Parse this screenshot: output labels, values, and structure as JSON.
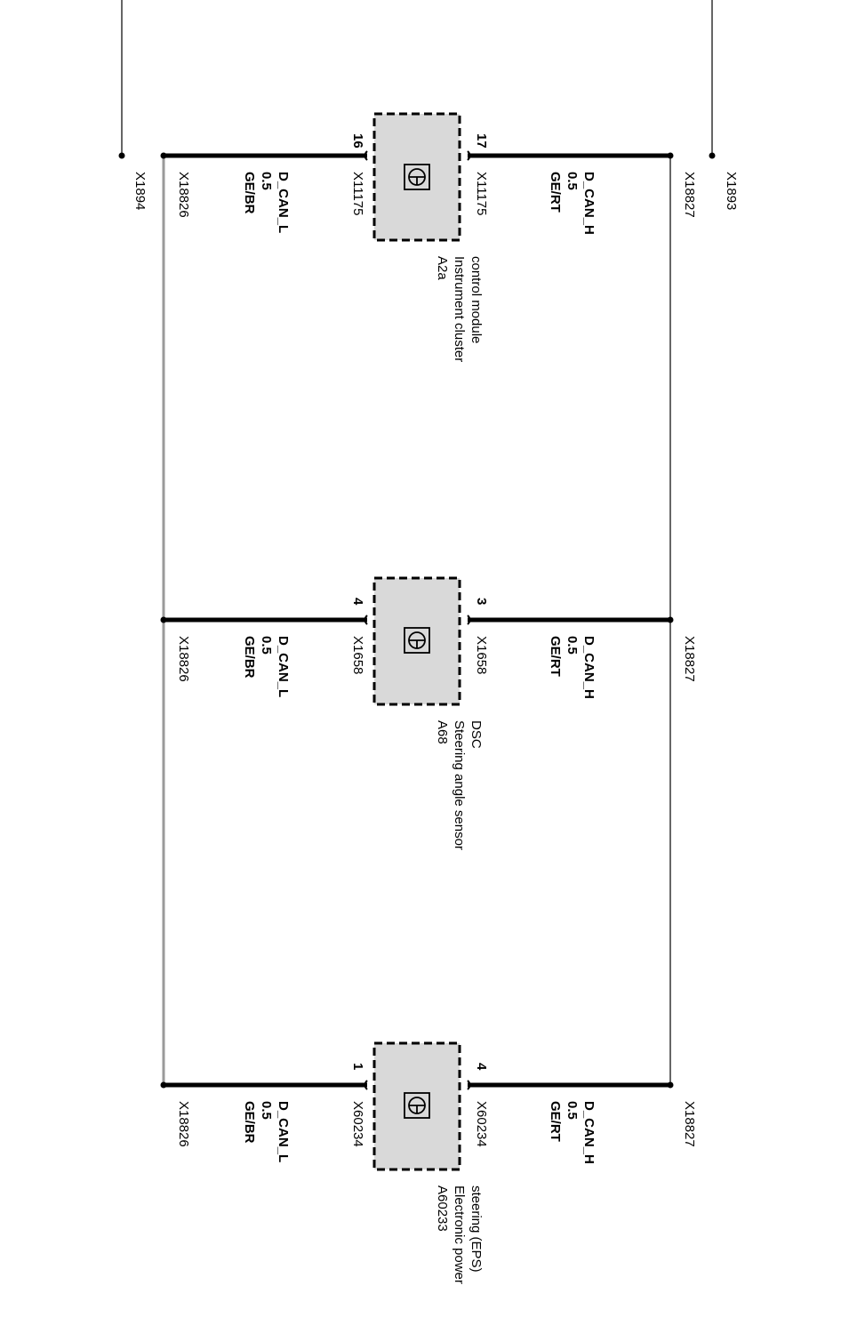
{
  "splices": {
    "top_left": "X1894",
    "top_right": "X1893",
    "low_line": "X18826",
    "high_line": "X18827"
  },
  "wire_low": {
    "signal": "D_CAN_L",
    "size": "0.5",
    "color_code": "GE/BR"
  },
  "wire_high": {
    "signal": "D_CAN_H",
    "size": "0.5",
    "color_code": "GE/RT"
  },
  "modules": [
    {
      "id": "A2a",
      "name_line1": "Instrument cluster",
      "name_line2": "control module",
      "connector": "X11175",
      "pin_low": "16",
      "pin_high": "17"
    },
    {
      "id": "A68",
      "name_line1": "Steering angle sensor",
      "name_line2": "DSC",
      "connector": "X1658",
      "pin_low": "4",
      "pin_high": "3"
    },
    {
      "id": "A60233",
      "name_line1": "Electronic power",
      "name_line2": "steering (EPS)",
      "connector": "X60234",
      "pin_low": "1",
      "pin_high": "4"
    }
  ]
}
